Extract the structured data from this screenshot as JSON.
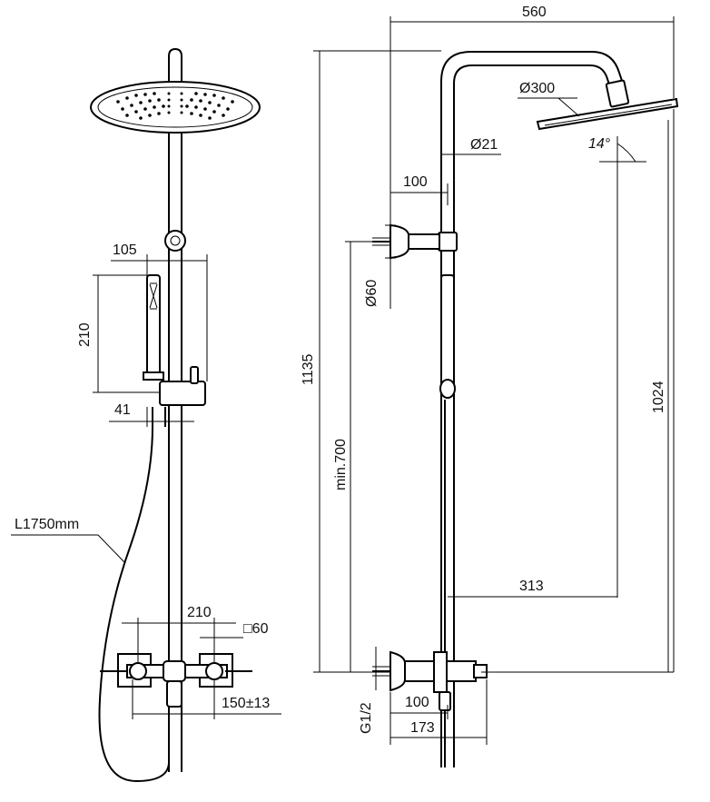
{
  "dimensions": {
    "width_560": "560",
    "dia_300": "Ø300",
    "dia_21": "Ø21",
    "angle_14": "14°",
    "len_100_top": "100",
    "dia_60": "Ø60",
    "height_1135": "1135",
    "min_700": "min.700",
    "height_1024": "1024",
    "len_313": "313",
    "len_100_bottom": "100",
    "len_173": "173",
    "g_half": "G1/2",
    "len_105": "105",
    "len_210_hand": "210",
    "len_41": "41",
    "hose": "L1750mm",
    "len_210_mixer": "210",
    "square_60": "□60",
    "len_150": "150±13"
  }
}
